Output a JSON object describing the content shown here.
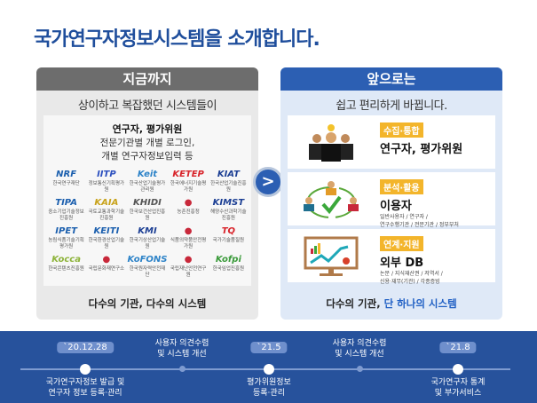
{
  "title": "국가연구자정보시스템을 소개합니다.",
  "left": {
    "header": "지금까지",
    "subtitle": "상이하고 복잡했던 시스템들이",
    "intro": {
      "bold": "연구자, 평가위원",
      "line1": "전문기관별 개별 로그인,",
      "line2": "개별 연구자정보입력 등"
    },
    "logos": [
      {
        "mark": "NRF",
        "caption": "한국연구재단",
        "color": "#1b5fae"
      },
      {
        "mark": "IITP",
        "caption": "정보통신기획평가원",
        "color": "#2b4fbf"
      },
      {
        "mark": "Keit",
        "caption": "한국산업기술평가관리원",
        "color": "#2d83c8"
      },
      {
        "mark": "KETEP",
        "caption": "한국에너지기술평가원",
        "color": "#d8232a"
      },
      {
        "mark": "KIAT",
        "caption": "한국산업기술진흥원",
        "color": "#1c3f94"
      },
      {
        "mark": "TIPA",
        "caption": "중소기업기술정보진흥원",
        "color": "#1b5fae"
      },
      {
        "mark": "KAIA",
        "caption": "국토교통과학기술진흥원",
        "color": "#c8a21a"
      },
      {
        "mark": "KHIDI",
        "caption": "한국보건산업진흥원",
        "color": "#555555"
      },
      {
        "mark": "●",
        "caption": "농촌진흥청",
        "color": "#c8283a"
      },
      {
        "mark": "KIMST",
        "caption": "해양수산과학기술진흥원",
        "color": "#1c3f94"
      },
      {
        "mark": "IPET",
        "caption": "농림식품기술기획평가원",
        "color": "#1b5fae"
      },
      {
        "mark": "KEITI",
        "caption": "한국환경산업기술원",
        "color": "#1b5fae"
      },
      {
        "mark": "KMI",
        "caption": "한국기상산업기술원",
        "color": "#1c3f94"
      },
      {
        "mark": "●",
        "caption": "식품의약품안전평가원",
        "color": "#c8283a"
      },
      {
        "mark": "TQ",
        "caption": "국가기술품질원",
        "color": "#d8232a"
      },
      {
        "mark": "Kocca",
        "caption": "한국콘텐츠진흥원",
        "color": "#8db33a"
      },
      {
        "mark": "●",
        "caption": "국립문화재연구소",
        "color": "#c8283a"
      },
      {
        "mark": "KoFONS",
        "caption": "한국원자력안전재단",
        "color": "#2d83c8"
      },
      {
        "mark": "●",
        "caption": "국립재난안전연구원",
        "color": "#c8283a"
      },
      {
        "mark": "Kofpi",
        "caption": "한국임업진흥원",
        "color": "#3a9a3a"
      }
    ],
    "footer": "다수의 기관, 다수의 시스템"
  },
  "arrow_label": ">",
  "right": {
    "header": "앞으로는",
    "subtitle": "쉽고 편리하게 바뀝니다.",
    "cards": [
      {
        "tag": "수집·통합",
        "title": "연구자, 평가위원",
        "desc1": "",
        "desc2": "",
        "icon": "researchers-icon"
      },
      {
        "tag": "분석·활용",
        "title": "이용자",
        "desc1": "일반사용자 / 연구자 /",
        "desc2": "연구수행기관 / 전문기관 / 정부부처",
        "icon": "users-cycle-icon"
      },
      {
        "tag": "연계·지원",
        "title": "외부 DB",
        "desc1": "논문 / 지식재산권 / 저역서 /",
        "desc2": "신용·재무(기관) / 각종증빙",
        "icon": "chart-board-icon"
      }
    ],
    "footer_plain": "다수의 기관, ",
    "footer_highlight": "단 하나의 시스템"
  },
  "timeline": [
    {
      "date": "`20.12.28",
      "label1": "국가연구자정보 발급 및",
      "label2": "연구자 정보 등록·관리"
    },
    {
      "label1": "사용자 의견수렴",
      "label2": "및 시스템 개선"
    },
    {
      "date": "`21.5",
      "label1": "평가위원정보",
      "label2": "등록·관리"
    },
    {
      "label1": "사용자 의견수렴",
      "label2": "및 시스템 개선"
    },
    {
      "date": "`21.8",
      "label1": "국가연구자 통계",
      "label2": "및 부가서비스"
    }
  ],
  "colors": {
    "primary": "#1f4e9c",
    "accent": "#f3b52b",
    "band": "#27529c"
  }
}
